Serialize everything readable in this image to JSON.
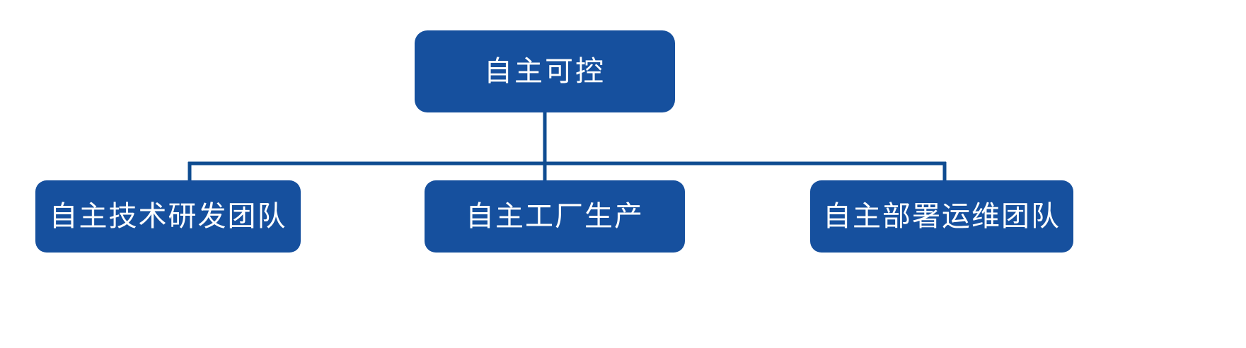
{
  "diagram": {
    "type": "org-chart",
    "orientation": "top-down",
    "background_color": "#FFFFFF",
    "node_fill_color": "#16509E",
    "node_text_color": "#FFFFFF",
    "connector_color": "#0F4C91",
    "root": {
      "label": "自主可控"
    },
    "children": [
      {
        "label": "自主技术研发团队"
      },
      {
        "label": "自主工厂生产"
      },
      {
        "label": "自主部署运维团队"
      }
    ]
  }
}
